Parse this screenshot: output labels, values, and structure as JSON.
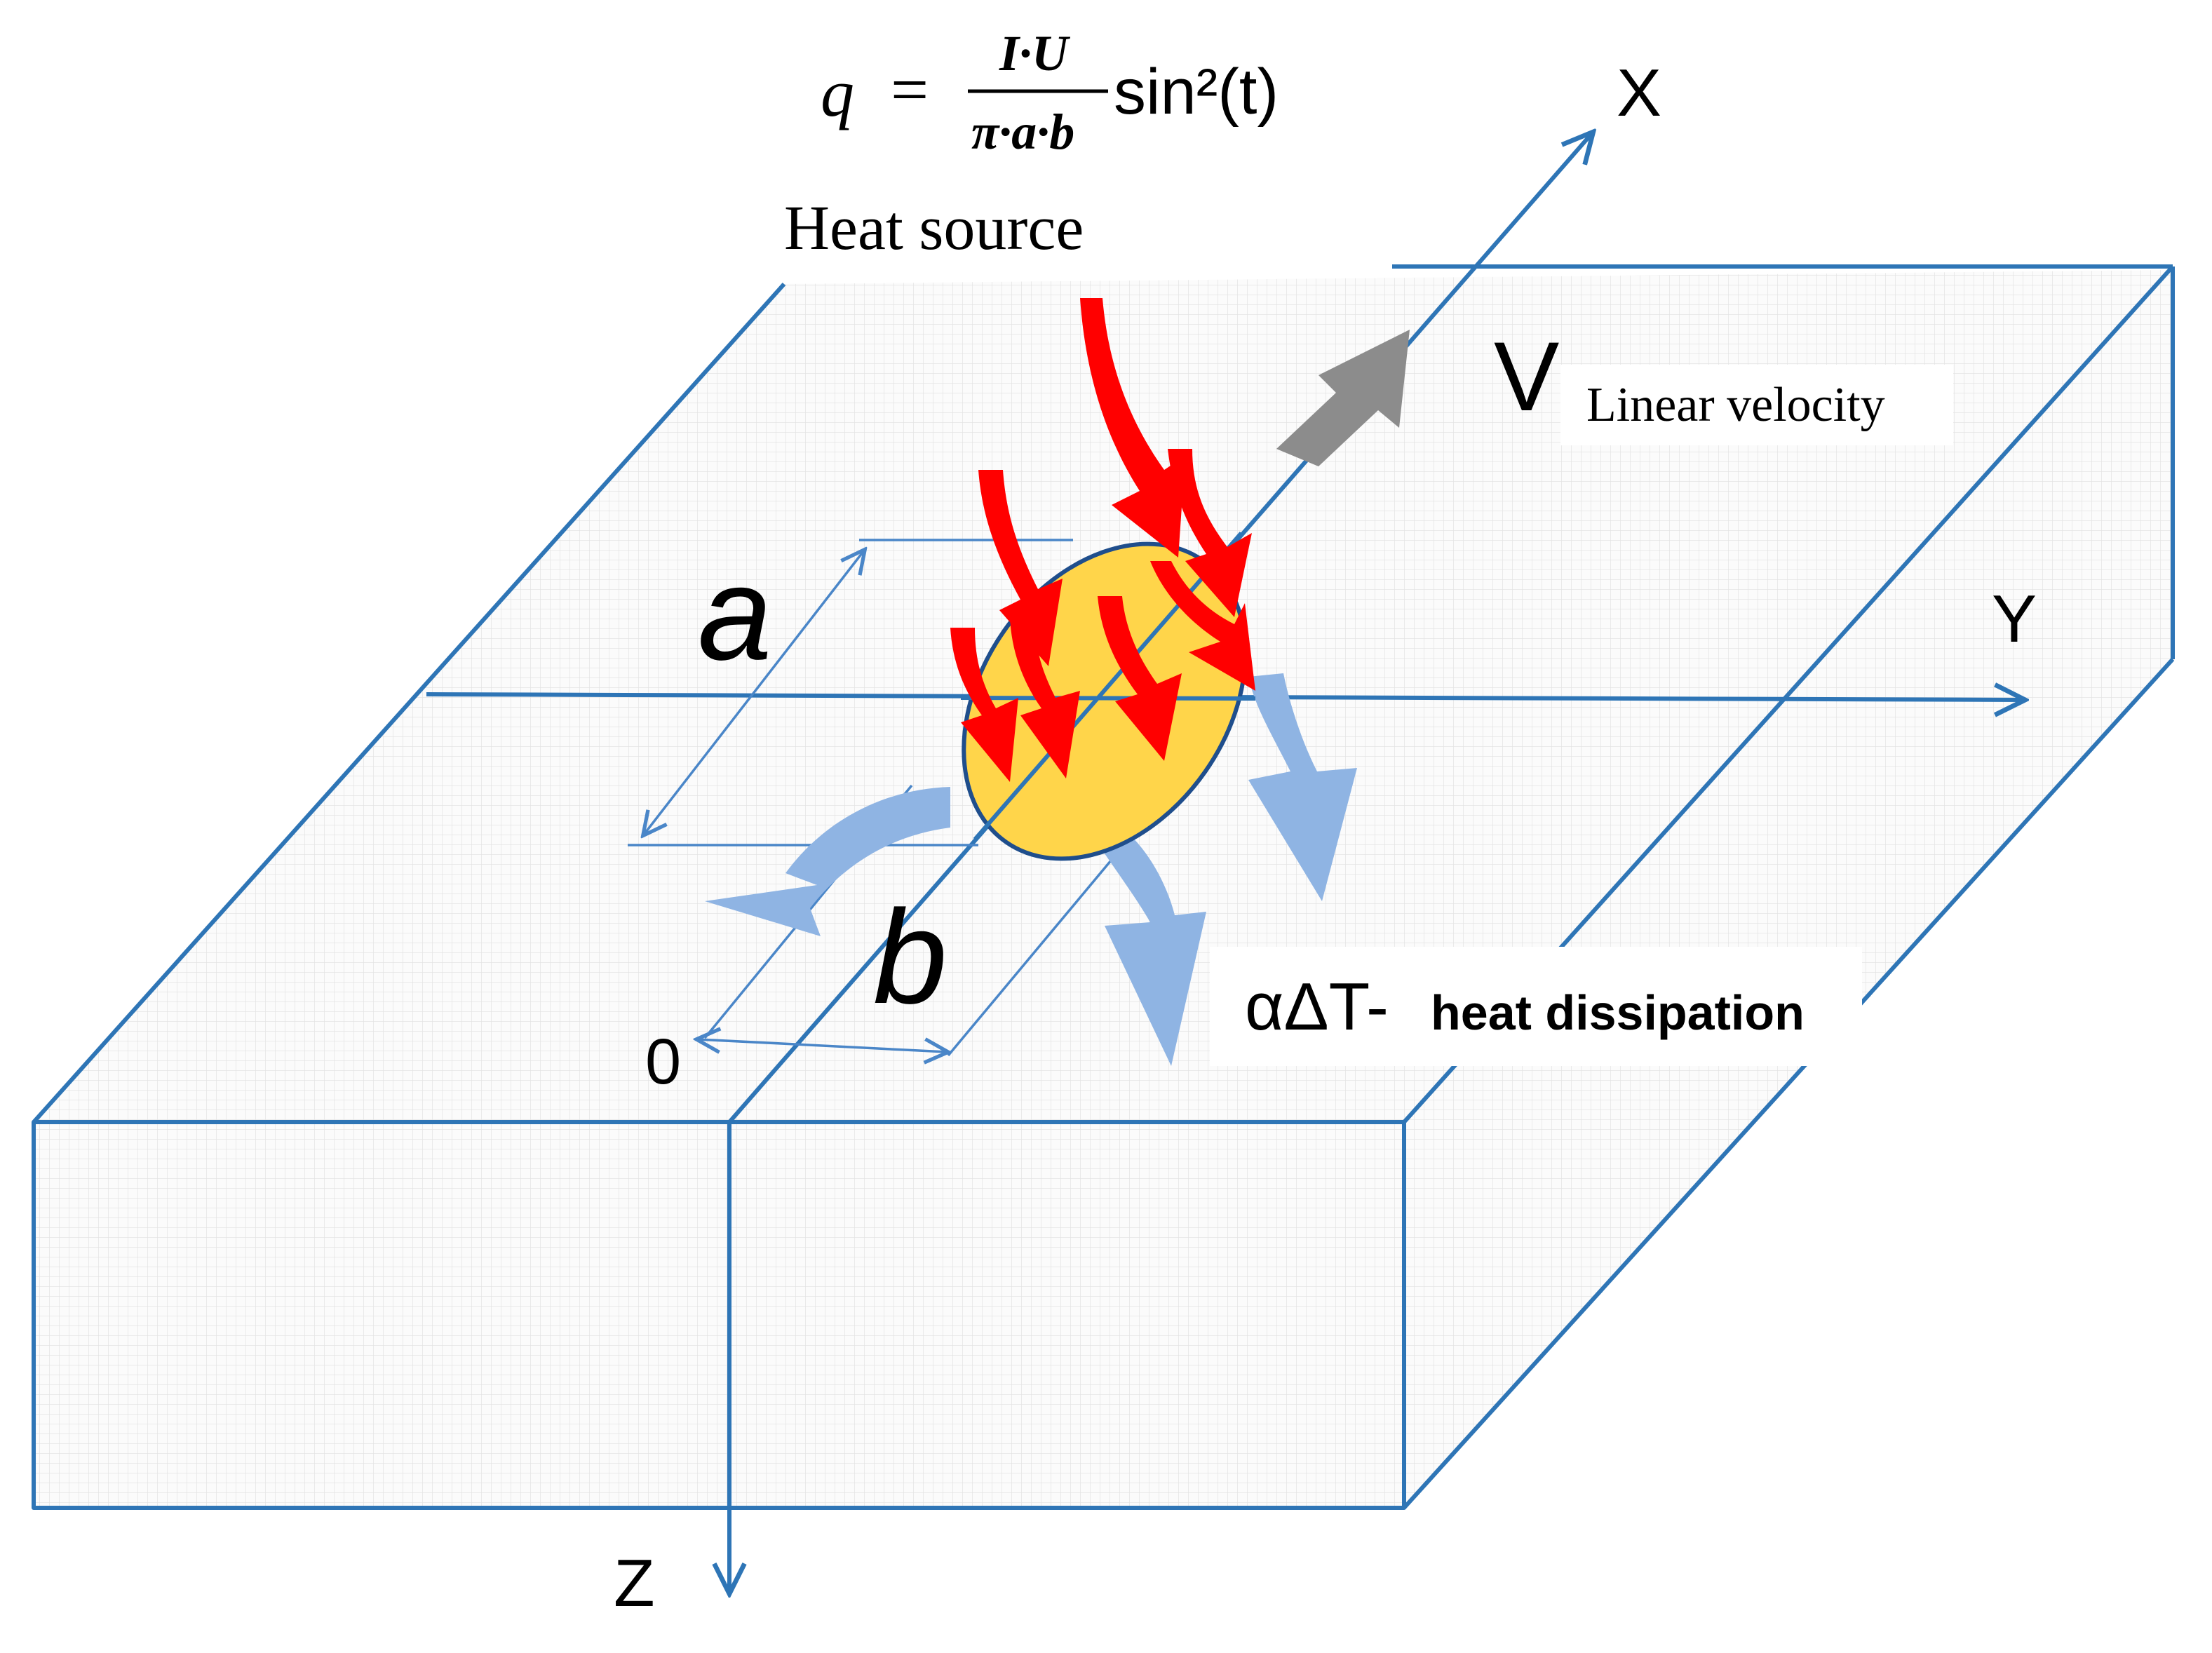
{
  "formula": {
    "lhs": "q",
    "equals": "=",
    "numerator": "I·U",
    "denominator": "π·a·b",
    "trig": "sin²(t)"
  },
  "labels": {
    "heat_source": "Heat source",
    "velocity_symbol": "V",
    "velocity_text": "Linear velocity",
    "dim_a": "a",
    "dim_b": "b",
    "origin": "0",
    "dissipation_symbol": "αΔT-",
    "dissipation_text": "heat dissipation"
  },
  "axes": {
    "x": "X",
    "y": "Y",
    "z": "Z"
  },
  "colors": {
    "line_blue": "#2e75b6",
    "dim_blue": "#4a86c8",
    "heat_red": "#ff0000",
    "spot_yellow": "#ffd54a",
    "dissipation_blue": "#8fb4e3",
    "velocity_gray": "#8c8c8c",
    "grid": "#e4e4e4"
  }
}
